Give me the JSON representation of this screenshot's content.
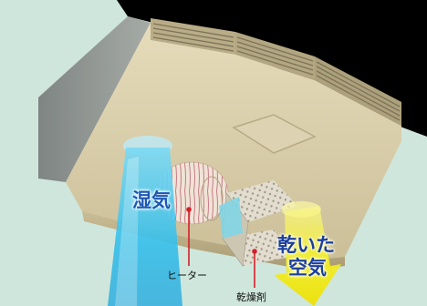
{
  "labels": {
    "humid_air": "湿気",
    "dry_air_line1": "乾いた",
    "dry_air_line2": "空気",
    "heater": "ヒーター",
    "desiccant": "乾燥剤"
  },
  "colors": {
    "background": "#cfe6dc",
    "ceiling": "#000000",
    "unit_body": "#d8cda9",
    "humid_arrow": "#3fc4ea",
    "dry_arrow": "#f2ee1e",
    "callout_line": "#d4202a",
    "label_blue": "#1b57b3"
  }
}
